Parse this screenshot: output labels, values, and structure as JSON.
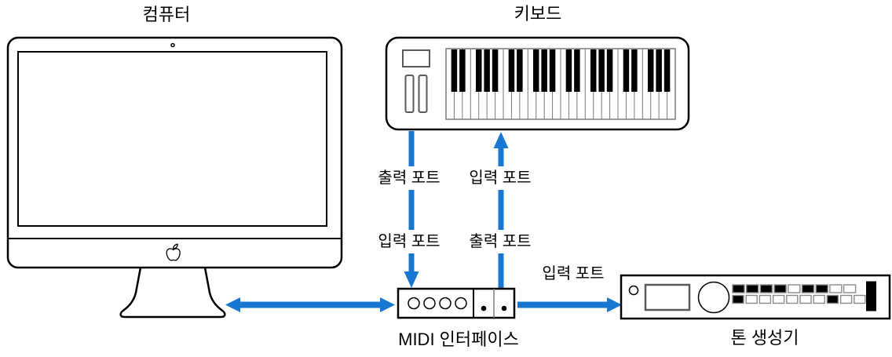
{
  "colors": {
    "arrow": "#1878D1",
    "outline": "#000000",
    "background": "#ffffff"
  },
  "nodes": {
    "computer": {
      "label": "컴퓨터"
    },
    "keyboard": {
      "label": "키보드"
    },
    "midi_interface": {
      "label": "MIDI 인터페이스"
    },
    "tone_generator": {
      "label": "톤 생성기"
    }
  },
  "port_labels": {
    "keyboard_output": "출력 포트",
    "keyboard_input": "입력 포트",
    "interface_input": "입력 포트",
    "interface_output": "출력 포트",
    "tone_generator_input": "입력 포트"
  }
}
